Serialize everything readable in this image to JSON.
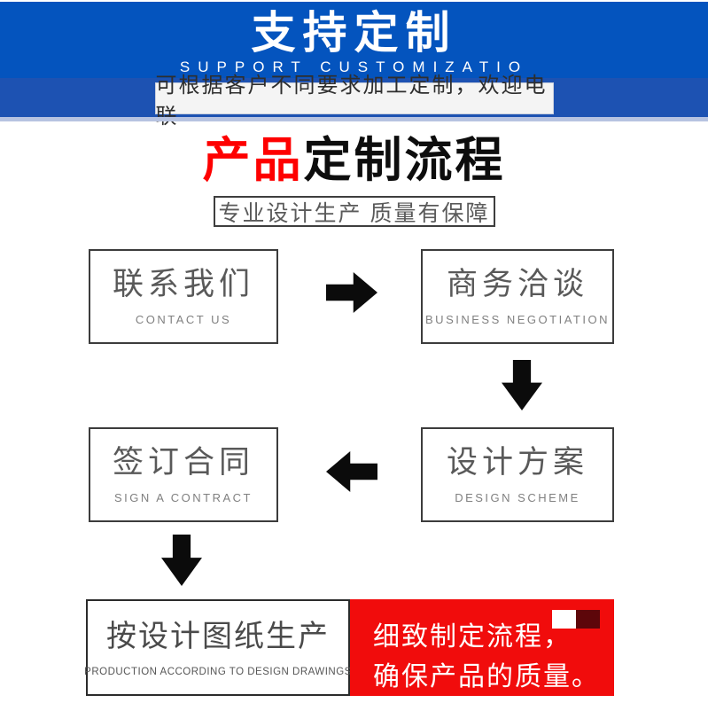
{
  "banner": {
    "title": "支持定制",
    "subtitle": "SUPPORT CUSTOMIZATIO",
    "tagline": "可根据客户不同要求加工定制，欢迎电联",
    "bg_color": "#0454BE",
    "bar_color": "#1D52B2",
    "strip_color": "#B7C3E1"
  },
  "section": {
    "title_red": "产品",
    "title_rest": "定制流程",
    "subtitle": "专业设计生产 质量有保障",
    "title_red_color": "#FE0000"
  },
  "flow": {
    "steps": [
      {
        "zh": "联系我们",
        "en": "CONTACT US"
      },
      {
        "zh": "商务洽谈",
        "en": "BUSINESS NEGOTIATION"
      },
      {
        "zh": "设计方案",
        "en": "DESIGN SCHEME"
      },
      {
        "zh": "签订合同",
        "en": "SIGN A CONTRACT"
      },
      {
        "zh": "按设计图纸生产",
        "en": "PRODUCTION ACCORDING TO DESIGN DRAWINGS"
      }
    ],
    "note": {
      "line1": "细致制定流程，",
      "line2": "确保产品的质量。",
      "bg_color": "#F10C0C",
      "square_dark_color": "#5D060A"
    }
  }
}
